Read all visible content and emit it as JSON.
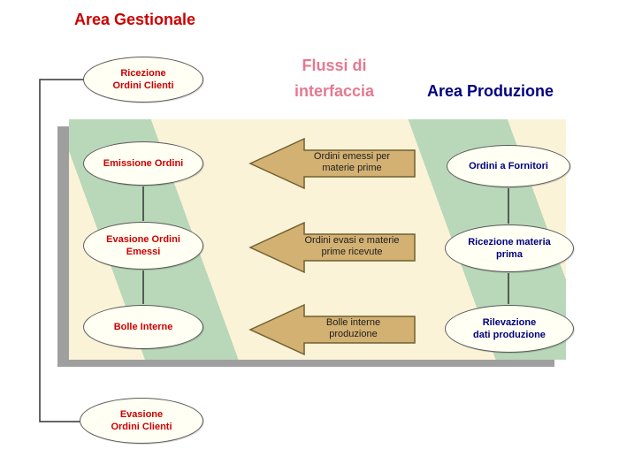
{
  "titles": {
    "area_gestionale": "Area Gestionale",
    "flussi_interfaccia": "Flussi di\ninterfaccia",
    "area_produzione": "Area Produzione"
  },
  "gestionale": {
    "ricezione_ordini_clienti": "Ricezione\nOrdini Clienti",
    "emissione_ordini": "Emissione Ordini",
    "evasione_ordini_emessi": "Evasione Ordini\nEmessi",
    "bolle_interne": "Bolle Interne",
    "evasione_ordini_clienti": "Evasione\nOrdini Clienti"
  },
  "produzione": {
    "ordini_a_fornitori": "Ordini a Fornitori",
    "ricezione_materia_prima": "Ricezione materia\nprima",
    "rilevazione_dati_produzione": "Rilevazione\ndati produzione"
  },
  "flows": {
    "ordini_emessi": "Ordini emessi per materie prime",
    "ordini_evasi": "Ordini evasi e materie prime ricevute",
    "bolle_interne_produzione": "Bolle interne produzione"
  },
  "colors": {
    "red_text": "#cc0000",
    "pink_title": "#e4798f",
    "navy_text": "#00007e",
    "arrow_fill": "#d3b173",
    "arrow_outline": "#71602f",
    "stripe_green": "#b9d8b9",
    "panel_cream": "#faf3d8",
    "shadow_gray": "#9f9f9f"
  }
}
